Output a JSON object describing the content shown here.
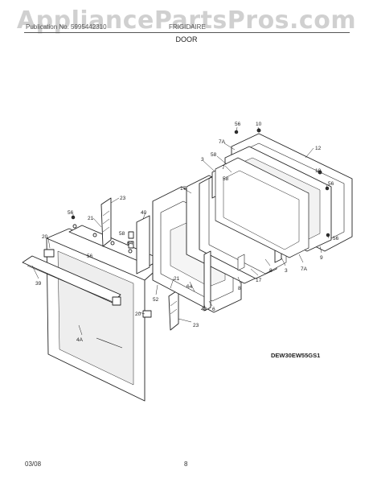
{
  "watermark": "AppliancePartsPros.com",
  "header": {
    "left": "Publication No. 5995442310",
    "right": "FRIGIDAIRE",
    "section": "DOOR"
  },
  "diagram": {
    "model_code": "DEW30EW55GS1",
    "callouts": [
      {
        "id": "c-56-top",
        "label": "56"
      },
      {
        "id": "c-10-top",
        "label": "10"
      },
      {
        "id": "c-7a-top",
        "label": "7A"
      },
      {
        "id": "c-12",
        "label": "12"
      },
      {
        "id": "c-58-a",
        "label": "58"
      },
      {
        "id": "c-3-top",
        "label": "3"
      },
      {
        "id": "c-7",
        "label": "7"
      },
      {
        "id": "c-58-b",
        "label": "58"
      },
      {
        "id": "c-10-right",
        "label": "10"
      },
      {
        "id": "c-56-right",
        "label": "56"
      },
      {
        "id": "c-17-top",
        "label": "17"
      },
      {
        "id": "c-23-top",
        "label": "23"
      },
      {
        "id": "c-40-top",
        "label": "40"
      },
      {
        "id": "c-56-left",
        "label": "56"
      },
      {
        "id": "c-21-left",
        "label": "21"
      },
      {
        "id": "c-20-left",
        "label": "20"
      },
      {
        "id": "c-58-mid",
        "label": "58"
      },
      {
        "id": "c-64-mid",
        "label": "64"
      },
      {
        "id": "c-56-mid",
        "label": "56"
      },
      {
        "id": "c-56-right-low",
        "label": "56"
      },
      {
        "id": "c-9",
        "label": "9"
      },
      {
        "id": "c-7a-low",
        "label": "7A"
      },
      {
        "id": "c-3-low",
        "label": "3"
      },
      {
        "id": "c-8-a",
        "label": "8"
      },
      {
        "id": "c-17-low",
        "label": "17"
      },
      {
        "id": "c-8-b",
        "label": "8"
      },
      {
        "id": "c-39",
        "label": "39"
      },
      {
        "id": "c-21-low",
        "label": "21"
      },
      {
        "id": "c-52",
        "label": "52"
      },
      {
        "id": "c-64-low",
        "label": "64"
      },
      {
        "id": "c-40-low",
        "label": "40"
      },
      {
        "id": "c-6",
        "label": "6"
      },
      {
        "id": "c-20-low",
        "label": "20"
      },
      {
        "id": "c-4a",
        "label": "4A"
      },
      {
        "id": "c-23-low",
        "label": "23"
      }
    ]
  },
  "footer": {
    "date": "03/08",
    "page": "8"
  }
}
